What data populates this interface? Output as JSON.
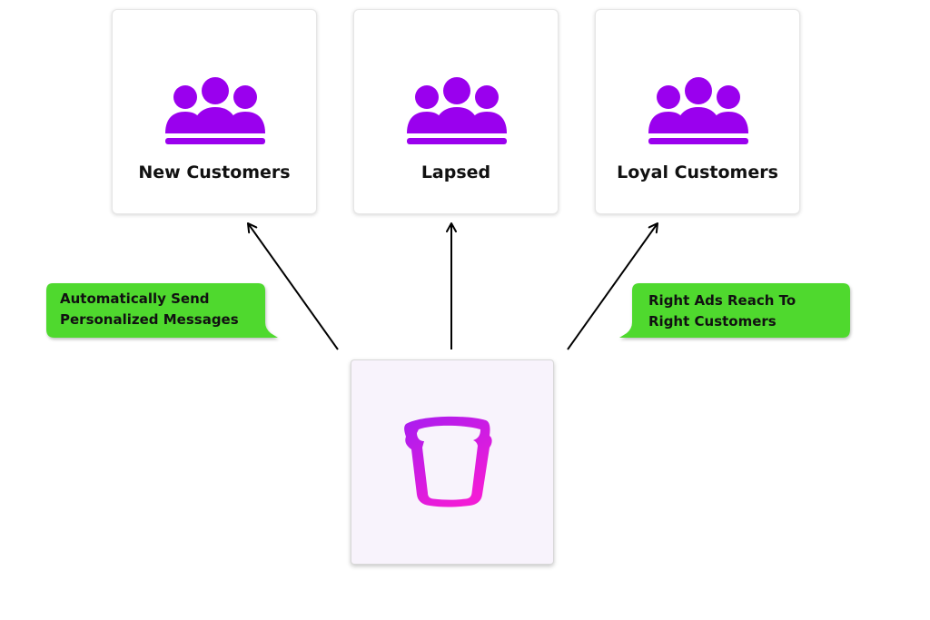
{
  "segments": [
    {
      "label": "New Customers",
      "icon": "customer-group-icon"
    },
    {
      "label": "Lapsed",
      "icon": "customer-group-icon"
    },
    {
      "label": "Loyal Customers",
      "icon": "customer-group-icon"
    }
  ],
  "callouts": {
    "left": {
      "line1": "Automatically Send",
      "line2": "Personalized Messages"
    },
    "right": {
      "line1": "Right Ads Reach To",
      "line2": "Right Customers"
    }
  },
  "source": {
    "icon": "bucket-logo-icon"
  },
  "colors": {
    "icon_purple": "#9a00ee",
    "callout_green": "#4fd92f",
    "logo_gradient_start": "#a81cf0",
    "logo_gradient_end": "#f21cd6",
    "arrow": "#000000"
  }
}
